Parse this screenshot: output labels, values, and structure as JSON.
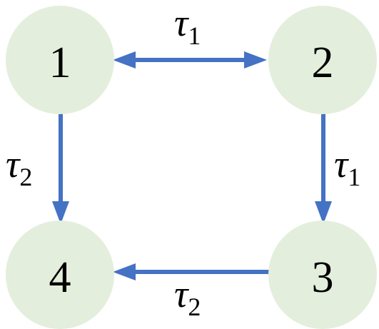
{
  "colors": {
    "node_fill": "#e4eedc",
    "edge": "#4472c4",
    "text": "#000000"
  },
  "nodes": [
    {
      "id": "n1",
      "label": "1"
    },
    {
      "id": "n2",
      "label": "2"
    },
    {
      "id": "n3",
      "label": "3"
    },
    {
      "id": "n4",
      "label": "4"
    }
  ],
  "edges": [
    {
      "id": "e12",
      "from": "1",
      "to": "2",
      "direction": "bidirectional",
      "symbol": "τ",
      "subscript": "1"
    },
    {
      "id": "e23",
      "from": "2",
      "to": "3",
      "direction": "forward",
      "symbol": "τ",
      "subscript": "1"
    },
    {
      "id": "e14",
      "from": "1",
      "to": "4",
      "direction": "forward",
      "symbol": "τ",
      "subscript": "2"
    },
    {
      "id": "e34",
      "from": "3",
      "to": "4",
      "direction": "forward",
      "symbol": "τ",
      "subscript": "2"
    }
  ]
}
